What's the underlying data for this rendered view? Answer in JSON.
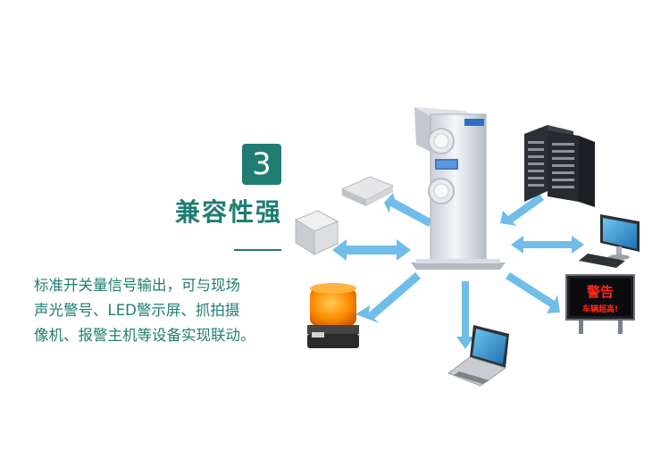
{
  "feature": {
    "number": "3",
    "title": "兼容性强",
    "description_lines": [
      "标准开关量信号输出，可与现场",
      "声光警号、LED警示屏、抓拍摄",
      "像机、报警主机等设备实现联动。"
    ]
  },
  "led_sign": {
    "line1": "警告",
    "line2": "车辆超高!"
  },
  "colors": {
    "accent": "#1f7d73",
    "arrow": "#5fb6e6",
    "sign_text": "#ff2a1a"
  }
}
